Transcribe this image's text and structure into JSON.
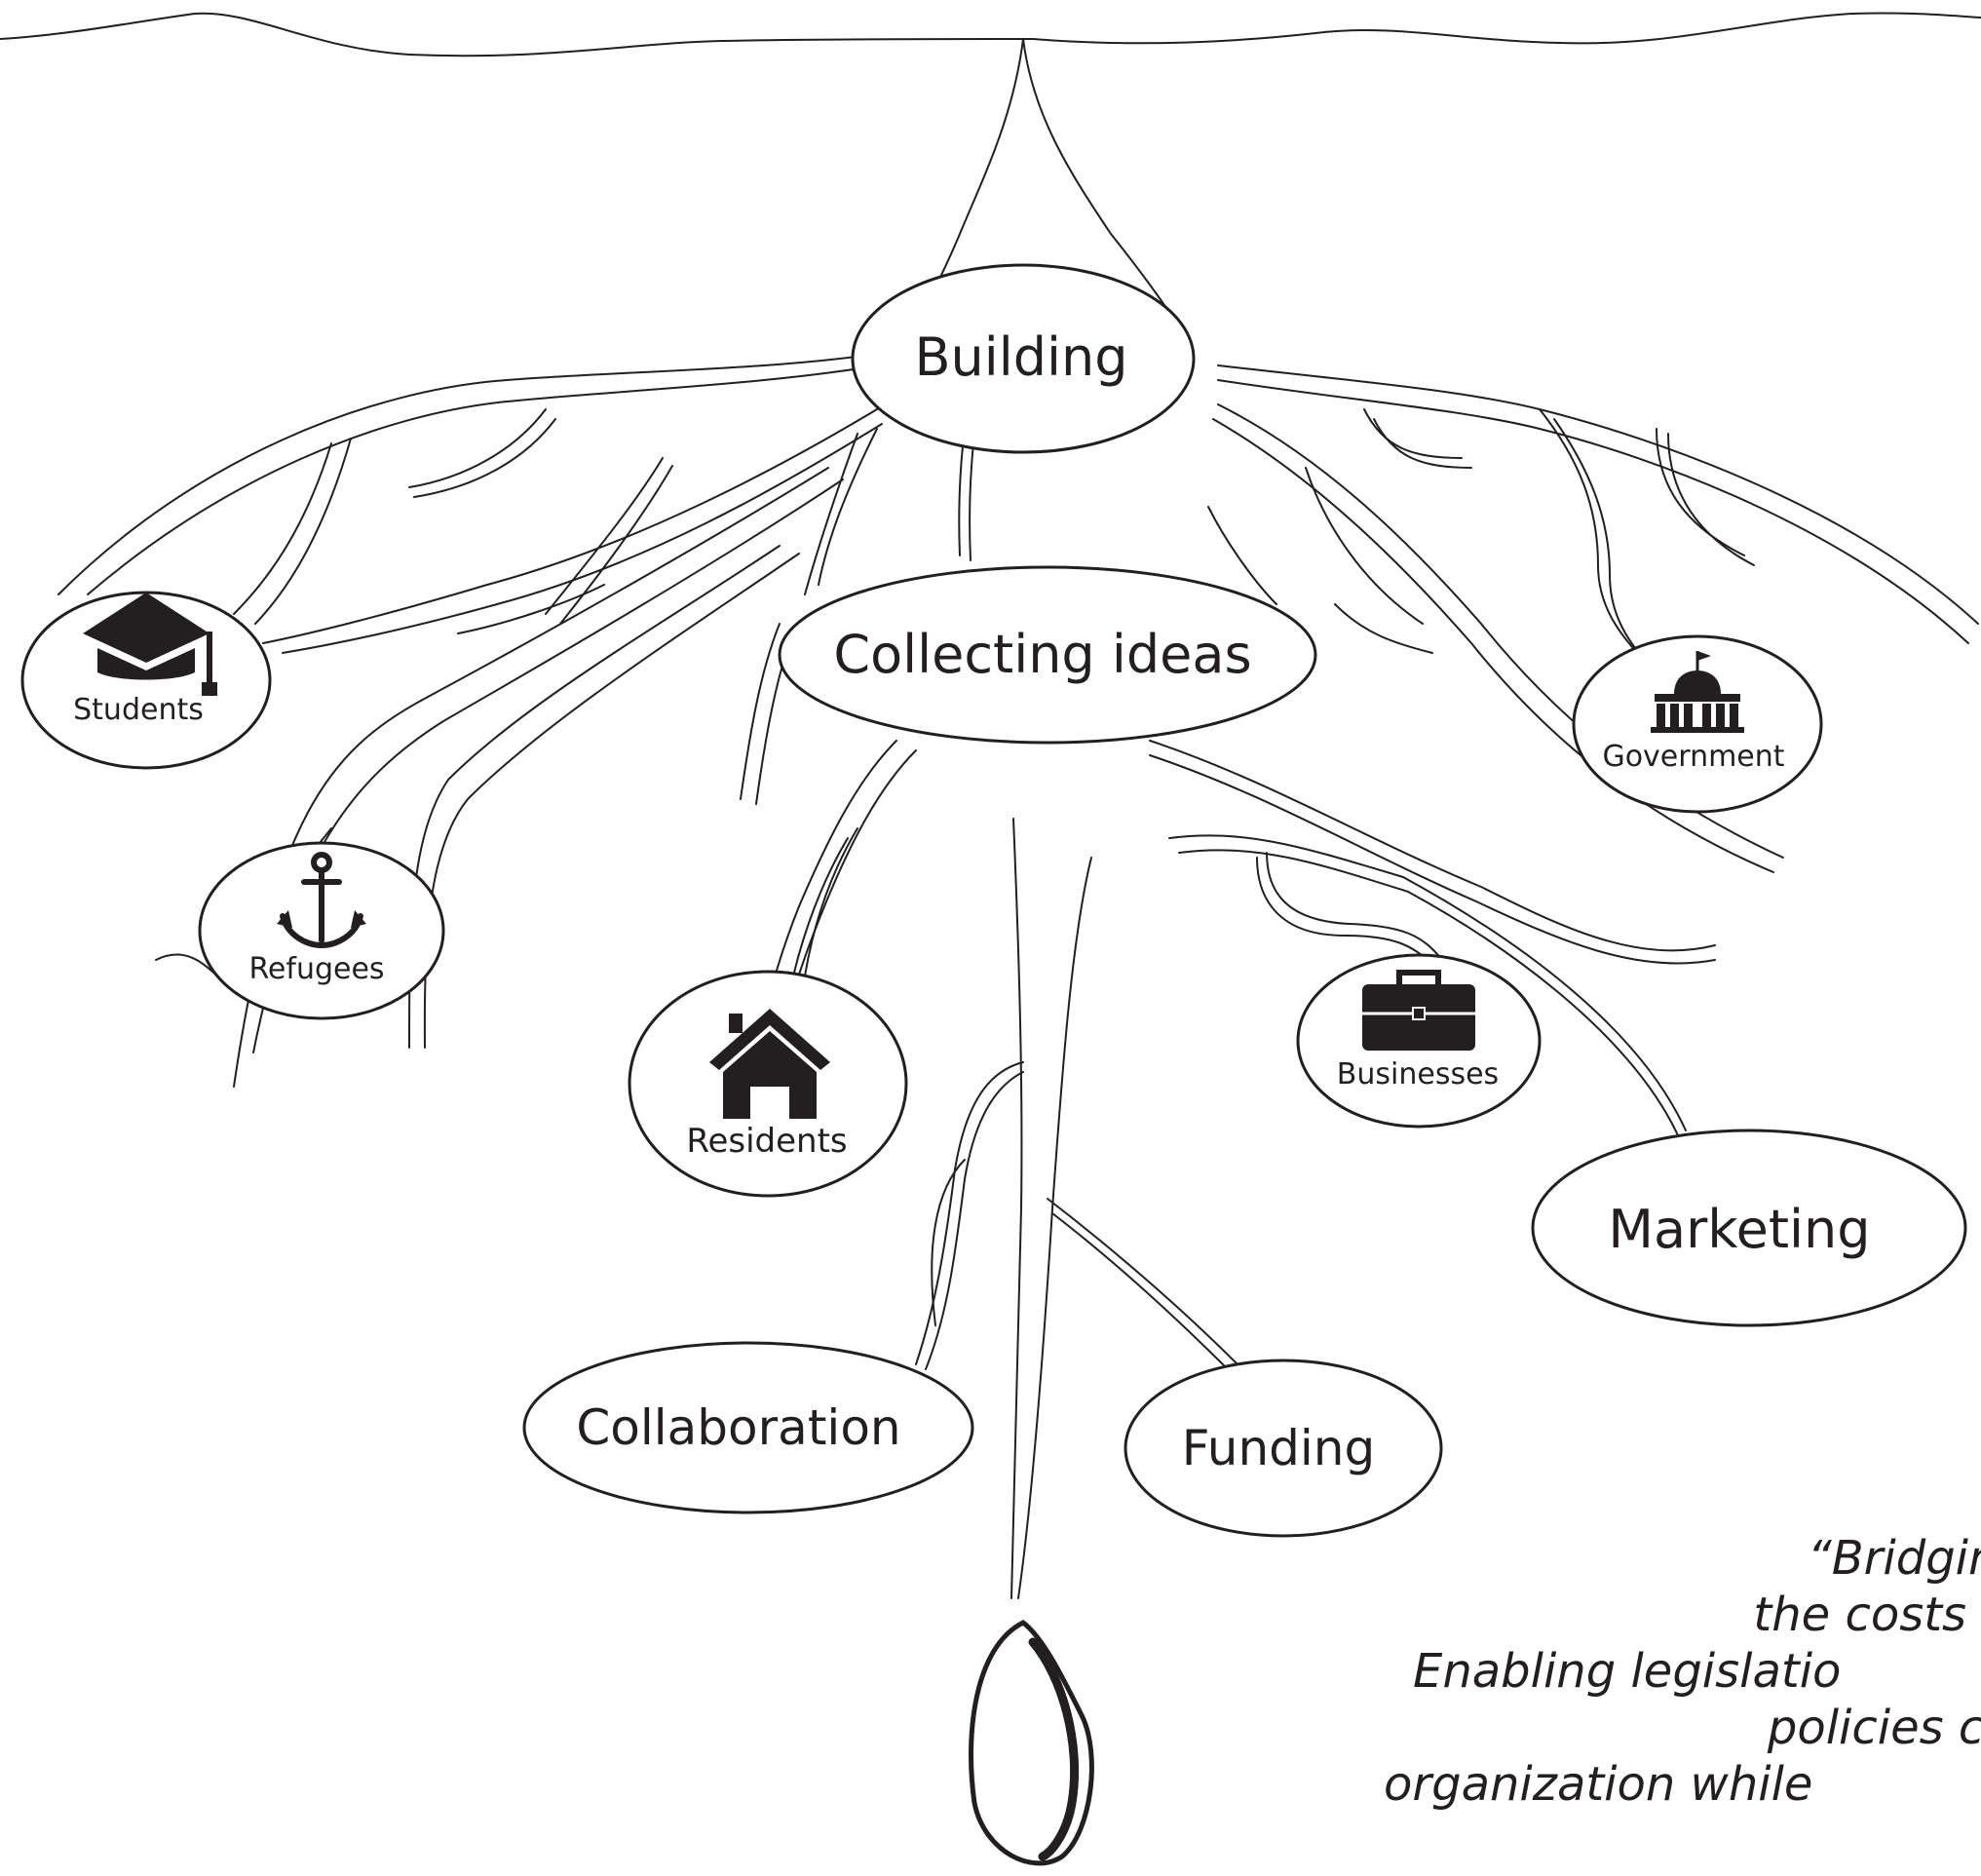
{
  "nodes": {
    "building": "Building",
    "collecting_ideas": "Collecting ideas",
    "marketing": "Marketing",
    "collaboration": "Collaboration",
    "funding": "Funding",
    "students": "Students",
    "refugees": "Refugees",
    "residents": "Residents",
    "businesses": "Businesses",
    "government": "Government"
  },
  "icons": {
    "students": "graduation-cap-icon",
    "refugees": "anchor-icon",
    "residents": "house-icon",
    "businesses": "briefcase-icon",
    "government": "government-building-icon"
  },
  "quote": {
    "line1": "“Bridging orga",
    "line2": "the costs of co",
    "line3": "Enabling legislatio",
    "line4": "policies can",
    "line5": "organization while"
  },
  "colors": {
    "ink": "#231f20",
    "background": "#ffffff"
  }
}
